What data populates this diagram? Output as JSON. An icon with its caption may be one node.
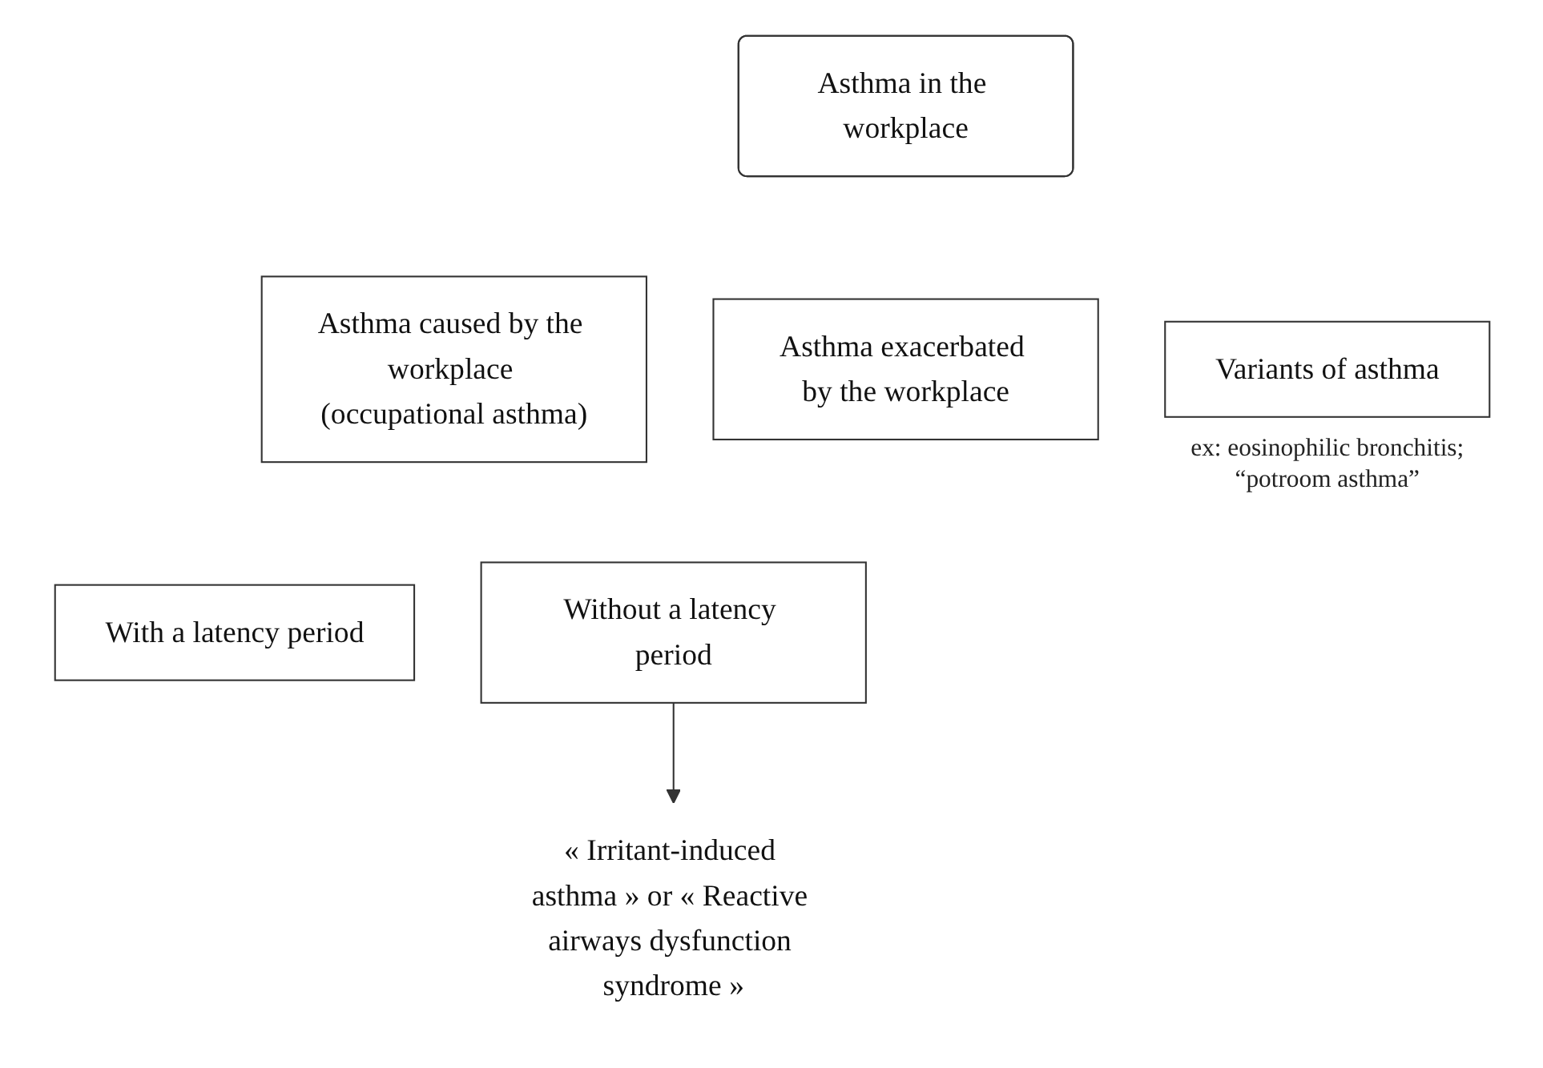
{
  "diagram": {
    "nodes": [
      {
        "text": [
          "Asthma in the workplace"
        ]
      },
      {
        "text": [
          "Asthma caused by the workplace (occupational asthma)"
        ]
      },
      {
        "text": [
          "Asthma exacerbated by the workplace"
        ]
      },
      {
        "text": [
          "Variants of asthma"
        ],
        "beside": [
          "ex: eosinophilic bronchitis; “potroom asthma”"
        ]
      },
      {
        "text": [
          "With a latency period"
        ]
      },
      {
        "text": [
          "Without a latency period"
        ]
      },
      {
        "text": [
          "« Irritant-induced asthma » or « Reactive airways dysfunction syndrome »"
        ]
      }
    ],
    "edges": [
      {
        "from": 5,
        "to": 6,
        "arrow": "to"
      }
    ]
  }
}
